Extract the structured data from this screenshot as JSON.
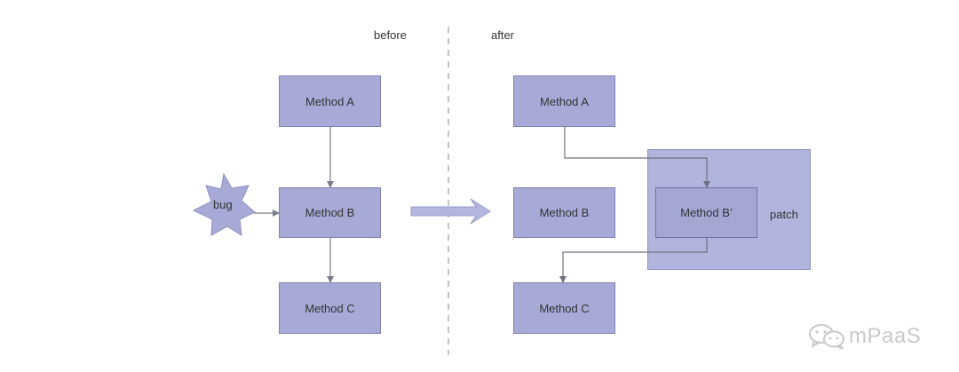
{
  "headers": {
    "before": "before",
    "after": "after"
  },
  "before": {
    "method_a": "Method A",
    "method_b": "Method B",
    "method_c": "Method C",
    "bug": "bug"
  },
  "after": {
    "method_a": "Method A",
    "method_b": "Method B",
    "method_b_prime": "Method B’",
    "method_c": "Method C",
    "patch": "patch"
  },
  "watermark": {
    "text": "mPaaS",
    "icon": "wechat-icon"
  },
  "colors": {
    "box_fill": "#a7aad6",
    "patch_fill": "#b1b4dc",
    "connector": "#7d7d8c",
    "transition_arrow": "#b3b6de",
    "divider": "#b0b0b0"
  }
}
